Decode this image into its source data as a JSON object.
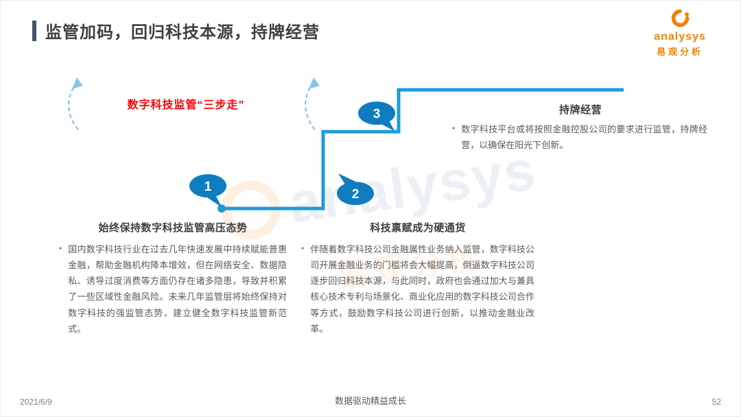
{
  "slide": {
    "title": "监管加码，回归科技本源，持牌经营",
    "bullet_char": "•"
  },
  "logo": {
    "brand": "analysys",
    "brand_cn": "易观分析"
  },
  "watermark": {
    "en": "analysys",
    "cn": "易观分析"
  },
  "diagram": {
    "label": "数字科技监管“三步走”",
    "steps": [
      {
        "number": "1",
        "title": "始终保持数字科技监管高压态势",
        "body": "国内数字科技行业在过去几年快速发展中持续赋能普惠金融，帮助金融机构降本增效，但在网络安全、数据隐私、诱导过度消费等方面仍存在诸多隐患，导致并积累了一些区域性金融风险。未来几年监管层将始终保持对数字科技的强监管态势，建立健全数字科技监管新范式。"
      },
      {
        "number": "2",
        "title": "科技禀赋成为硬通货",
        "body": "伴随着数字科技公司金融属性业务纳入监管，数字科技公司开展金融业务的门槛将会大幅提高，倒逼数字科技公司逐步回归科技本源，与此同时，政府也会通过加大与兼具核心技术专利与场景化、商业化应用的数字科技公司合作等方式，鼓励数字科技公司进行创新，以推动金融业改革。"
      },
      {
        "number": "3",
        "title": "持牌经营",
        "body": "数字科技平台或将按照金融控股公司的要求进行监管，持牌经营，以确保在阳光下创新。"
      }
    ]
  },
  "footer": {
    "date": "2021/6/9",
    "center": "数据驱动精益成长",
    "page": "52"
  },
  "colors": {
    "accent_blue": "#1E9CD9",
    "bubble_blue": "#0F7CC0",
    "label_red": "#FF0000",
    "logo_orange": "#F08300",
    "title_bar": "#44546A",
    "body_text": "#595959"
  }
}
